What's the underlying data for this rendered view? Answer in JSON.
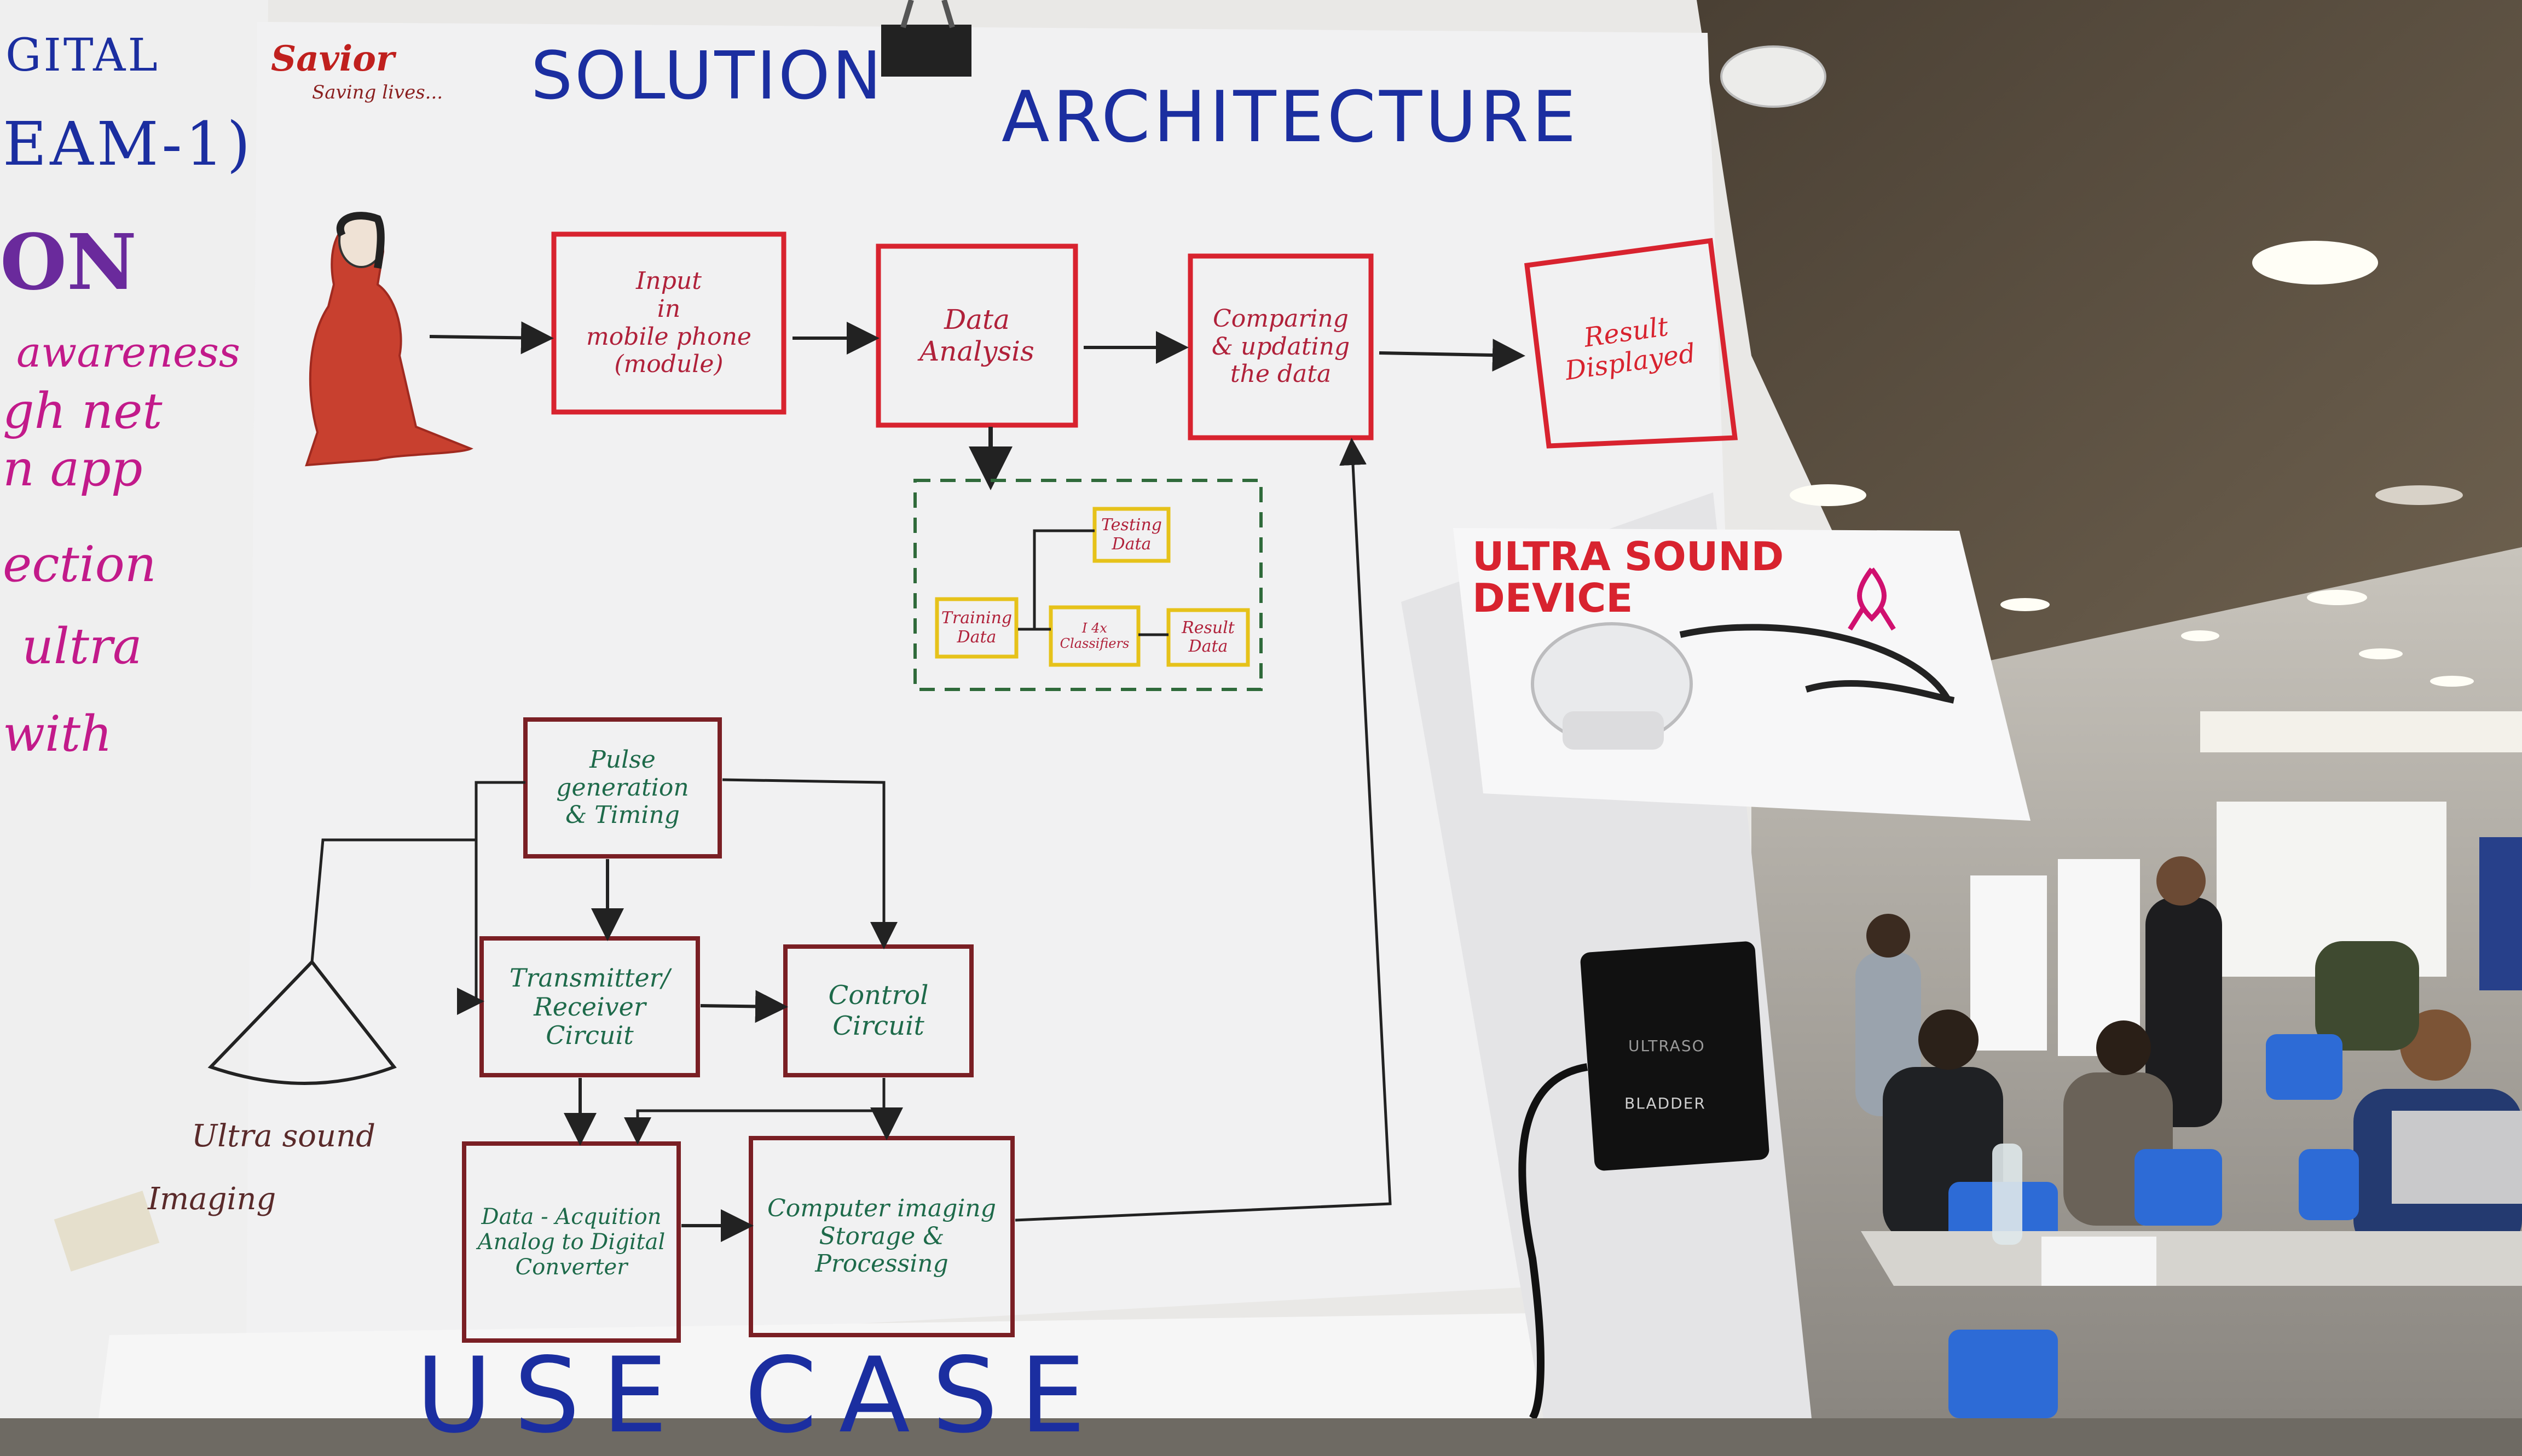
{
  "left_poster": {
    "title_line1": "GITAL",
    "title_line2": "EAM-1)",
    "heading": "ON",
    "body_lines": [
      "awareness",
      "gh net",
      "n app",
      "ection",
      "ultra",
      "with"
    ]
  },
  "poster": {
    "brand": "Savior",
    "tagline": "Saving lives...",
    "title_part1": "SOLUTION",
    "title_part2": "ARCHITECTURE",
    "bottom_heading": "USE CASE"
  },
  "top_flow": {
    "nodes": [
      {
        "id": "input",
        "label": "Input\nin\nmobile phone\n(module)"
      },
      {
        "id": "analysis",
        "label": "Data\nAnalysis"
      },
      {
        "id": "compare",
        "label": "Comparing\n& updating\nthe data"
      },
      {
        "id": "result",
        "label": "Result\nDisplayed"
      }
    ]
  },
  "ml_box": {
    "nodes": [
      {
        "id": "testing",
        "label": "Testing\nData"
      },
      {
        "id": "training",
        "label": "Training\nData"
      },
      {
        "id": "classifier",
        "label": "I 4x\nClassifiers"
      },
      {
        "id": "result",
        "label": "Result\nData"
      }
    ]
  },
  "imaging_flow": {
    "nodes": [
      {
        "id": "pulse",
        "label": "Pulse\ngeneration\n& Timing"
      },
      {
        "id": "transceiver",
        "label": "Transmitter/\nReceiver\nCircuit"
      },
      {
        "id": "control",
        "label": "Control\nCircuit"
      },
      {
        "id": "daq",
        "label": "Data - Acquition\nAnalog to Digital\nConverter"
      },
      {
        "id": "imaging",
        "label": "Computer imaging\nStorage &\nProcessing"
      }
    ],
    "transducer_label_1": "Ultra sound",
    "transducer_label_2": "Imaging"
  },
  "device_card": {
    "label": "ULTRA SOUND DEVICE"
  },
  "device_screen": {
    "line1": "ULTRASO",
    "line2": "BLADDER"
  },
  "colors": {
    "red_box": "#d8232f",
    "maroon_box": "#7a1f24",
    "yellow_box": "#e6c21a",
    "green_dash": "#2f6a3a",
    "title_blue": "#1b2ea0",
    "label_pink": "#d0106f",
    "green_text": "#1e6a4a",
    "poster_white": "#f3f3f4"
  }
}
